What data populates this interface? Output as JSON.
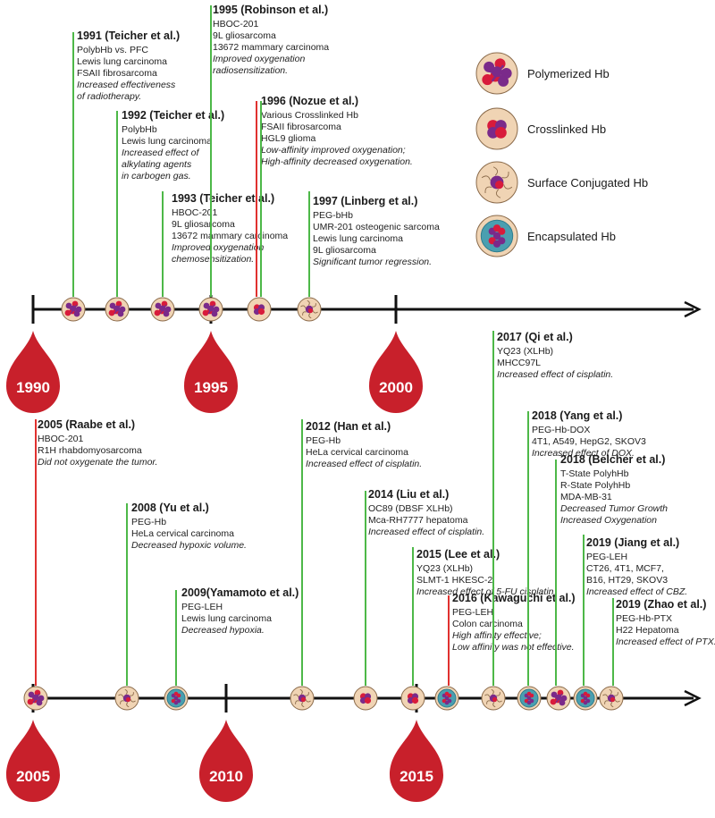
{
  "colors": {
    "axis": "#111111",
    "stem_green": "#4db848",
    "stem_red": "#e0312f",
    "drop_red": "#c8202b",
    "particle_fill": "#f0d4b4",
    "particle_edge": "#8a6a4a",
    "hb_purple": "#7a2a8a",
    "hb_red": "#d81b3b",
    "capsule_teal": "#4a9fb0"
  },
  "legend": [
    {
      "type": "polymerized",
      "label": "Polymerized Hb"
    },
    {
      "type": "crosslinked",
      "label": "Crosslinked Hb"
    },
    {
      "type": "conjugated",
      "label": "Surface Conjugated Hb"
    },
    {
      "type": "encapsulated",
      "label": "Encapsulated Hb"
    }
  ],
  "timelines": [
    {
      "id": "top",
      "years": [
        {
          "label": "1990"
        },
        {
          "label": "1995"
        },
        {
          "label": "2000"
        }
      ],
      "markers": [
        {
          "type": "polymerized"
        },
        {
          "type": "polymerized"
        },
        {
          "type": "polymerized"
        },
        {
          "type": "polymerized"
        },
        {
          "type": "crosslinked"
        },
        {
          "type": "conjugated"
        }
      ],
      "events": [
        {
          "title": "1991 (Teicher et al.)",
          "color": "green",
          "lines": [
            "PolybHb vs. PFC",
            "Lewis lung carcinoma",
            "FSAII fibrosarcoma"
          ],
          "italic": [
            "Increased effectiveness",
            "of radiotherapy."
          ]
        },
        {
          "title": "1992 (Teicher et al.)",
          "color": "green",
          "lines": [
            "PolybHb",
            "Lewis lung carcinoma"
          ],
          "italic": [
            "Increased effect of",
            "alkylating agents",
            "in carbogen gas."
          ]
        },
        {
          "title": "1993 (Teicher et al.)",
          "color": "green",
          "lines": [
            "HBOC-201",
            "9L gliosarcoma",
            "13672 mammary carcinoma"
          ],
          "italic": [
            "Improved oxygenation",
            "chemosensitization."
          ]
        },
        {
          "title": "1995 (Robinson et al.)",
          "color": "green",
          "lines": [
            "HBOC-201",
            "9L gliosarcoma",
            "13672 mammary carcinoma"
          ],
          "italic": [
            "Improved oxygenation",
            "radiosensitization."
          ]
        },
        {
          "title": "1996 (Nozue et al.)",
          "color": "red",
          "lines": [
            "Various Crosslinked Hb",
            "FSAII fibrosarcoma",
            "HGL9 glioma"
          ],
          "italic": [
            "Low-affinity improved oxygenation;",
            "High-affinity decreased oxygenation."
          ]
        },
        {
          "title": "1997 (Linberg et al.)",
          "color": "green",
          "lines": [
            "PEG-bHb",
            "UMR-201 osteogenic sarcoma",
            "Lewis lung carcinoma",
            "9L gliosarcoma"
          ],
          "italic": [
            "Significant tumor regression."
          ]
        }
      ]
    },
    {
      "id": "bottom",
      "years": [
        {
          "label": "2005"
        },
        {
          "label": "2010"
        },
        {
          "label": "2015"
        }
      ],
      "markers": [
        {
          "type": "polymerized"
        },
        {
          "type": "conjugated"
        },
        {
          "type": "encapsulated"
        },
        {
          "type": "conjugated"
        },
        {
          "type": "crosslinked"
        },
        {
          "type": "crosslinked"
        },
        {
          "type": "encapsulated"
        },
        {
          "type": "conjugated"
        },
        {
          "type": "encapsulated"
        },
        {
          "type": "polymerized"
        },
        {
          "type": "encapsulated"
        },
        {
          "type": "conjugated"
        }
      ],
      "events": [
        {
          "title": "2005 (Raabe et al.)",
          "color": "red",
          "lines": [
            "HBOC-201",
            "R1H rhabdomyosarcoma"
          ],
          "italic": [
            "Did not oxygenate the tumor."
          ]
        },
        {
          "title": "2008 (Yu et al.)",
          "color": "green",
          "lines": [
            "PEG-Hb",
            "HeLa cervical carcinoma"
          ],
          "italic": [
            "Decreased hypoxic volume."
          ]
        },
        {
          "title": "2009(Yamamoto et al.)",
          "color": "green",
          "lines": [
            "PEG-LEH",
            "Lewis lung carcinoma"
          ],
          "italic": [
            "Decreased hypoxia."
          ]
        },
        {
          "title": "2012 (Han et al.)",
          "color": "green",
          "lines": [
            "PEG-Hb",
            "HeLa cervical carcinoma"
          ],
          "italic": [
            "Increased effect of cisplatin."
          ]
        },
        {
          "title": "2014 (Liu et al.)",
          "color": "green",
          "lines": [
            "OC89 (DBSF XLHb)",
            "Mca-RH7777 hepatoma"
          ],
          "italic": [
            "Increased effect of cisplatin."
          ]
        },
        {
          "title": "2015 (Lee et al.)",
          "color": "green",
          "lines": [
            "YQ23 (XLHb)",
            "SLMT-1 HKESC-2"
          ],
          "italic": [
            "Increased effect of 5-FU cisplatin"
          ]
        },
        {
          "title": "2016 (Kawaguchi et al.)",
          "color": "red",
          "lines": [
            "PEG-LEH",
            "Colon carcinoma"
          ],
          "italic": [
            "High affinity effective;",
            "Low affinity was not effective."
          ]
        },
        {
          "title": "2017 (Qi et al.)",
          "color": "green",
          "lines": [
            "YQ23 (XLHb)",
            "MHCC97L"
          ],
          "italic": [
            "Increased effect of cisplatin."
          ]
        },
        {
          "title": "2018 (Yang et al.)",
          "color": "green",
          "lines": [
            "PEG-Hb-DOX",
            "4T1, A549, HepG2, SKOV3"
          ],
          "italic": [
            "Increased effect of DOX."
          ]
        },
        {
          "title": "2018 (Belcher et al.)",
          "color": "green",
          "lines": [
            "T-State PolyhHb",
            "R-State PolyhHb",
            "MDA-MB-31"
          ],
          "italic": [
            "Decreased Tumor Growth",
            "Increased Oxygenation"
          ]
        },
        {
          "title": "2019 (Jiang et al.)",
          "color": "green",
          "lines": [
            "PEG-LEH",
            "CT26, 4T1, MCF7,",
            "B16, HT29, SKOV3"
          ],
          "italic": [
            "Increased effect of CBZ."
          ]
        },
        {
          "title": "2019 (Zhao et al.)",
          "color": "green",
          "lines": [
            "PEG-Hb-PTX",
            "H22 Hepatoma"
          ],
          "italic": [
            "Increased effect of PTX."
          ]
        }
      ]
    }
  ]
}
